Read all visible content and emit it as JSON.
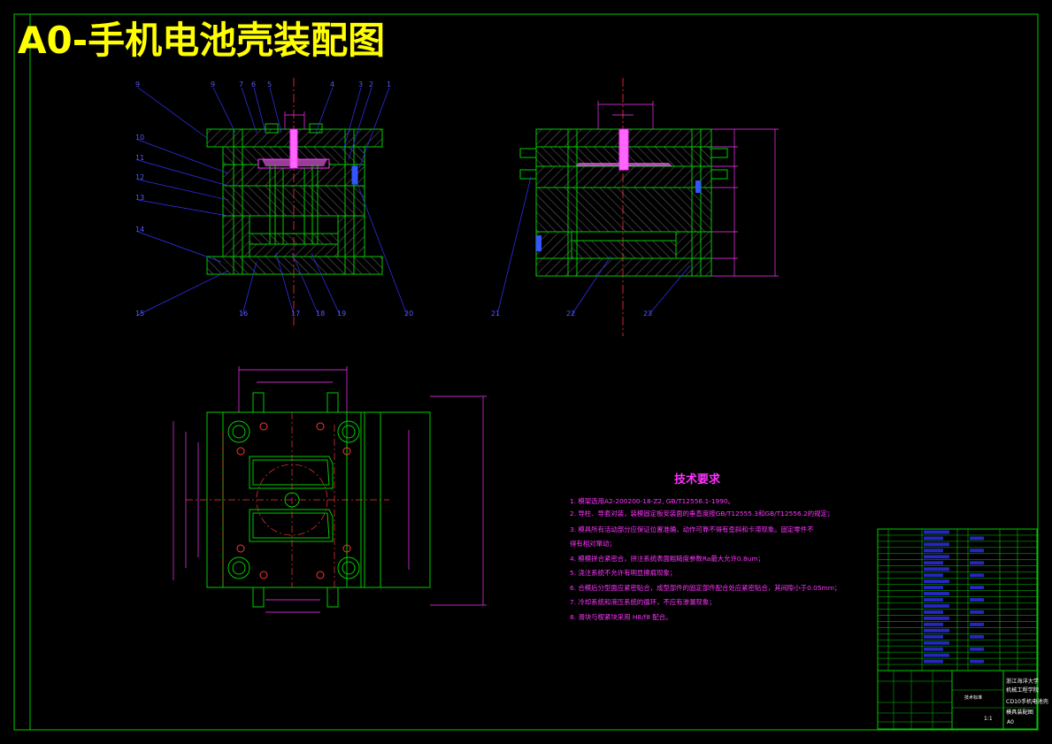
{
  "drawing": {
    "title": "A0-手机电池壳装配图",
    "colors": {
      "background": "#000000",
      "frame": "#00cc00",
      "title": "#ffff00",
      "leader": "#3333ff",
      "dimension": "#ff33ff",
      "text": "#ff33ff",
      "part": "#ffffff",
      "hatch": "#cccccc",
      "centerline": "#ff3333"
    }
  },
  "callouts_left": [
    "9",
    "9",
    "7",
    "6",
    "5",
    "4",
    "3",
    "2",
    "1",
    "10",
    "11",
    "12",
    "13",
    "14",
    "15",
    "16",
    "17",
    "18",
    "19",
    "20"
  ],
  "callouts_right": [
    "21",
    "22",
    "23"
  ],
  "tech_requirements": {
    "heading": "技术要求",
    "items": [
      "1. 模架选用A2-200200-18-Z2, GB/T12556.1-1990。",
      "2. 导柱、导套对装，装模固定板安装面的垂直度按GB/T12555.3和GB/T12556.2的规定；",
      "3. 模具所有活动部分应保证位置准确，动作可靠不得有歪斜和卡滞现象。固定零件不",
      "得有相对窜动；",
      "4. 模模拼合紧密合，拼注系统表面粗糙度参数Ra最大允许0.8um；",
      "5. 浇注系统不允许有明显擦痕现象；",
      "6. 合模后分型面应紧密贴合，成型部件的固定部件配合处应紧密贴合，其间隙小于0.05mm；",
      "7. 冷却系统和液压系统的循环，不应有渗漏现象；",
      "8. 滑块与楔紧块采用 H8/f8 配合。"
    ]
  },
  "title_block": {
    "school": "浙江海洋大学",
    "dept": "机械工程学院",
    "drawing_name": "CD10手机电池壳",
    "subtitle": "模具装配图",
    "scale": "1:1",
    "sheet": "A0",
    "material": "技术标准"
  }
}
